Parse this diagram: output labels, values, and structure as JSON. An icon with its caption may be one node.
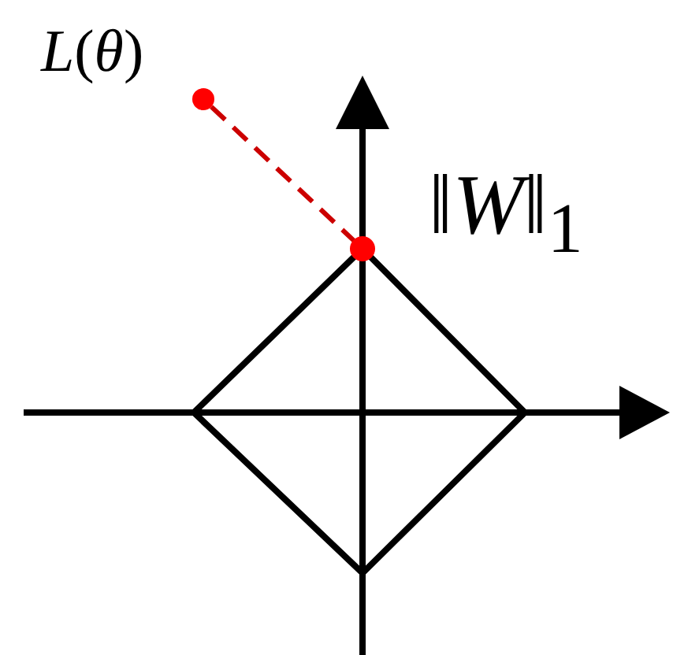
{
  "diagram": {
    "nodes": [
      {
        "text": [
          "*L*(*θ*)"
        ]
      },
      {
        "text": [],
        "shape": "circle"
      }
    ],
    "edges": [
      {
        "from": 0,
        "to": 1,
        "arrow": "none",
        "style": "dashed",
        "color": "#cc0000"
      }
    ],
    "labels": [
      "‖*W*‖$_{1}$"
    ]
  }
}
